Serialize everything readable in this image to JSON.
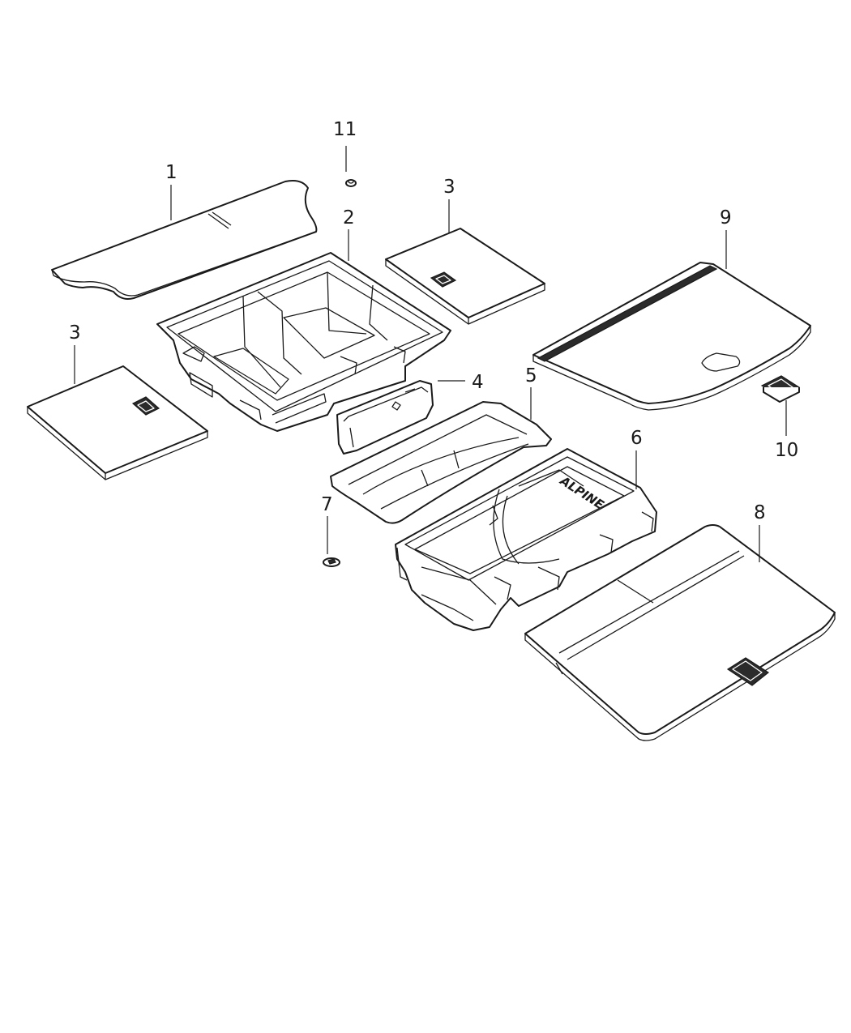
{
  "callouts": {
    "c1": "1",
    "c2": "2",
    "c3_right": "3",
    "c3_left": "3",
    "c4": "4",
    "c5": "5",
    "c6": "6",
    "c7": "7",
    "c8": "8",
    "c9": "9",
    "c10": "10",
    "c11": "11"
  },
  "brand_mark": "ALPINE",
  "colors": {
    "line": "#1a1a1a",
    "background": "#ffffff"
  }
}
